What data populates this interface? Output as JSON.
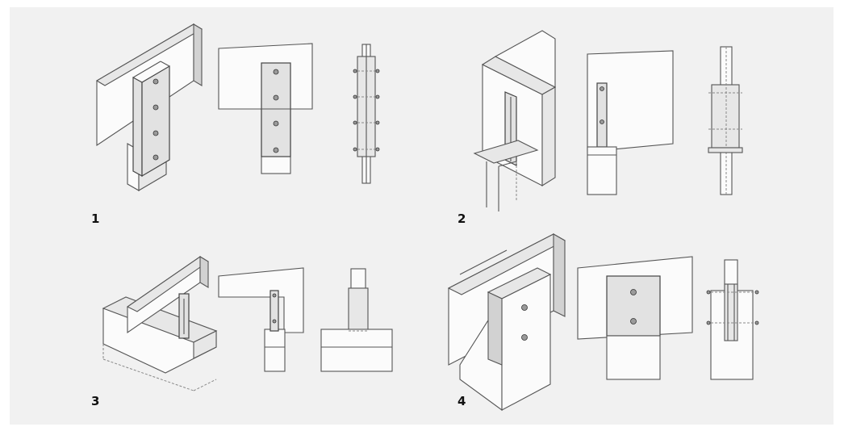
{
  "figure": {
    "labels": [
      "1",
      "2",
      "3",
      "4"
    ],
    "colors": {
      "background": "#f1f1f1",
      "line": "#555555",
      "label": "#111111"
    }
  }
}
